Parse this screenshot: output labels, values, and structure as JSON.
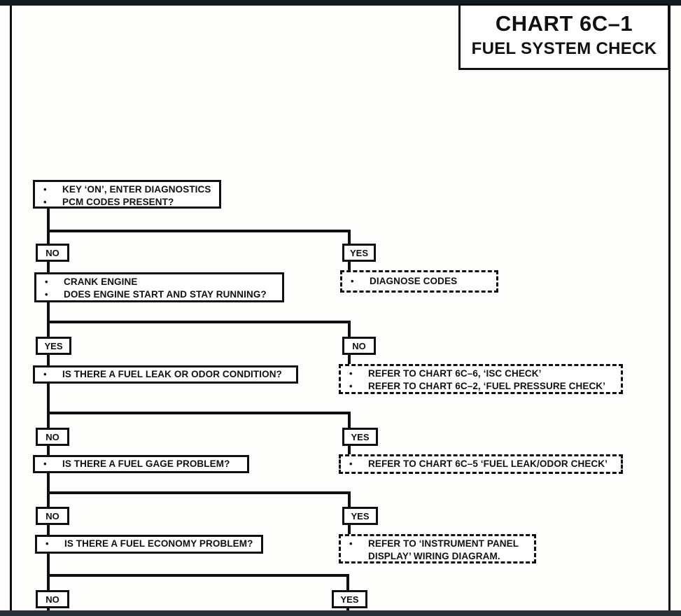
{
  "title": {
    "chart": "CHART 6C–1",
    "subtitle": "FUEL SYSTEM CHECK"
  },
  "glyphs": {
    "bullet": "•"
  },
  "boxes": {
    "key_on": {
      "lines": [
        "KEY ‘ON’, ENTER DIAGNOSTICS",
        "PCM CODES PRESENT?"
      ]
    },
    "crank": {
      "lines": [
        "CRANK ENGINE",
        "DOES ENGINE START AND STAY RUNNING?"
      ]
    },
    "leak_odor": {
      "lines": [
        "IS THERE A FUEL LEAK OR ODOR CONDITION?"
      ]
    },
    "fuel_gage": {
      "lines": [
        "IS THERE A FUEL GAGE PROBLEM?"
      ]
    },
    "fuel_economy": {
      "lines": [
        "IS THERE A FUEL ECONOMY PROBLEM?"
      ]
    },
    "diagnose_codes": {
      "lines": [
        "DIAGNOSE CODES"
      ]
    },
    "refer_isc_pressure": {
      "lines": [
        "REFER TO CHART 6C–6, ‘ISC CHECK’",
        "REFER TO CHART 6C–2, ‘FUEL PRESSURE CHECK’"
      ]
    },
    "refer_leak_odor": {
      "lines": [
        "REFER TO CHART 6C–5 ‘FUEL LEAK/ODOR CHECK’"
      ]
    },
    "refer_instrument_panel": {
      "lines": [
        "REFER TO ‘INSTRUMENT PANEL",
        "DISPLAY’ WIRING DIAGRAM."
      ]
    }
  },
  "branches": [
    {
      "left": "NO",
      "right": "YES"
    },
    {
      "left": "YES",
      "right": "NO"
    },
    {
      "left": "NO",
      "right": "YES"
    },
    {
      "left": "NO",
      "right": "YES"
    },
    {
      "left": "NO",
      "right": "YES"
    }
  ],
  "colors": {
    "ink": "#101010",
    "paper": "#fdfdfc",
    "top_band": "#151922",
    "bottom_band": "#2a2f3a"
  }
}
